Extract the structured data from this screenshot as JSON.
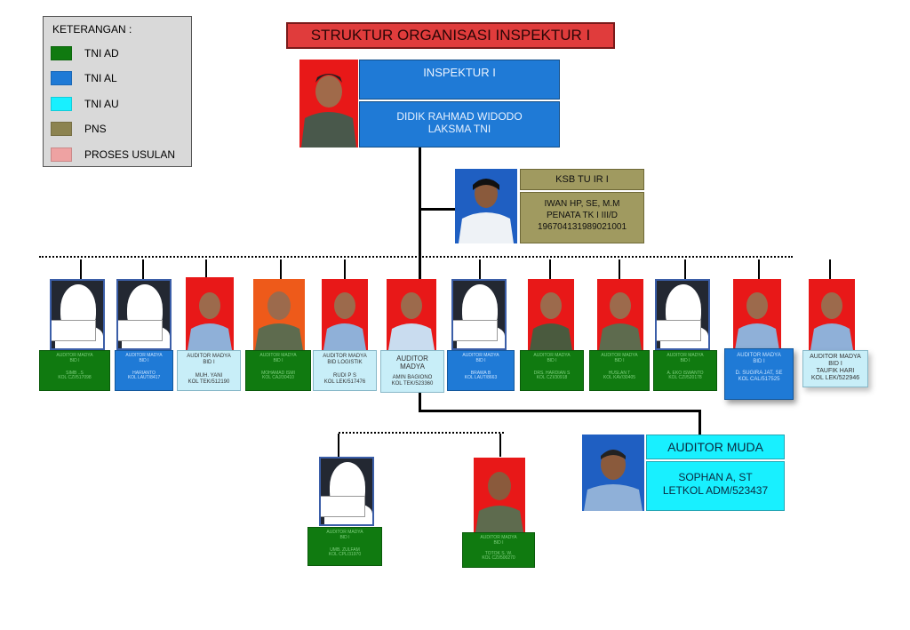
{
  "title": "STRUKTUR ORGANISASI INSPEKTUR I",
  "legend": {
    "title": "KETERANGAN :",
    "items": [
      {
        "label": "TNI AD",
        "color": "#107a10"
      },
      {
        "label": "TNI AL",
        "color": "#1f7ad6"
      },
      {
        "label": "TNI AU",
        "color": "#18f0ff"
      },
      {
        "label": "PNS",
        "color": "#8c8350"
      },
      {
        "label": "PROSES USULAN",
        "color": "#eea2a2"
      }
    ]
  },
  "inspektur": {
    "position": "INSPEKTUR I",
    "name": "DIDIK RAHMAD WIDODO",
    "rank": "LAKSMA TNI"
  },
  "ksb": {
    "position": "KSB TU IR I",
    "name": "IWAN HP, SE, M.M",
    "rank": "PENATA TK I III/D",
    "nip": "196704131989021001"
  },
  "auditors": [
    {
      "pos": "AUDITOR MADYA",
      "bid": "BID I",
      "name": "SIMB ..S",
      "rank": "KOL CZI/517098"
    },
    {
      "pos": "AUDITOR MADYA",
      "bid": "BID I",
      "name": "HARIANTO",
      "rank": "KOL LAUT/8417"
    },
    {
      "pos": "AUDITOR MADYA",
      "bid": "BID I",
      "name": "MUH. YANI",
      "rank": "KOL TEK/512190"
    },
    {
      "pos": "AUDITOR MADYA",
      "bid": "BID I",
      "name": "MOHAMAD ISMI",
      "rank": "KOL CAJ/30410"
    },
    {
      "pos": "AUDITOR MADYA",
      "bid": "BID LOGISTIK",
      "name": "RUDI P S",
      "rank": "KOL LEK/517476"
    },
    {
      "pos": "AUDITOR",
      "bid": "MADYA",
      "name": "AMIN BAGIONO",
      "rank": "KOL TEK/523360"
    },
    {
      "pos": "AUDITOR MADYA",
      "bid": "BID I",
      "name": "BRAWA B",
      "rank": "KOL LAUT/8663"
    },
    {
      "pos": "AUDITOR MADYA",
      "bid": "BID I",
      "name": "DRS. HARDIAN S",
      "rank": "KOL CZI/30918"
    },
    {
      "pos": "AUDITOR MADYA",
      "bid": "BID I",
      "name": "HUSLAN T",
      "rank": "KOL KAV/30405"
    },
    {
      "pos": "AUDITOR MADYA",
      "bid": "BID I",
      "name": "A. EKO ISWANTO",
      "rank": "KOL CZI/520178"
    },
    {
      "pos": "AUDITOR MADYA",
      "bid": "BID I",
      "name": "D. SUGIRA JAT, SE",
      "rank": "KOL CAL/517525"
    },
    {
      "pos": "AUDITOR MADYA",
      "bid": "BID I",
      "name": "TAUFIK HARI",
      "rank": "KOL LEK/522946"
    }
  ],
  "lower_auditors": [
    {
      "pos": "AUDITOR MADYA",
      "bid": "BID I",
      "name": "UMB. ZULFAM",
      "rank": "KOL CPL/31970"
    },
    {
      "pos": "AUDITOR MADYA",
      "bid": "BID I",
      "name": "TOTOK S. W.",
      "rank": "KOL CZI/500270"
    }
  ],
  "muda": {
    "position": "AUDITOR MUDA",
    "name": "SOPHAN A, ST",
    "rank": "LETKOL ADM/523437"
  }
}
